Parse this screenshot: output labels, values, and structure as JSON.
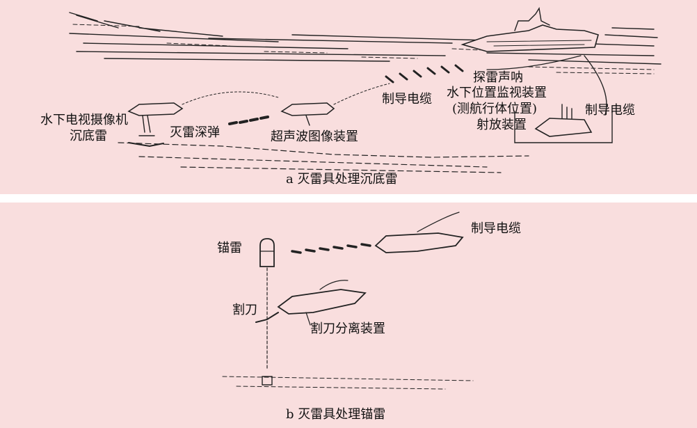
{
  "panel_a": {
    "labels": {
      "tv_camera": "水下电视摄像机",
      "bottom_mine": "沉底雷",
      "depth_charge": "灭雷深弹",
      "ultrasonic_imaging": "超声波图像装置",
      "guide_cable_1": "制导电缆",
      "mine_sonar": "探雷声呐",
      "position_monitor": "水下位置监视装置",
      "position_monitor_sub": "(测航行体位置)",
      "launcher": "射放装置",
      "guide_cable_2": "制导电缆"
    },
    "caption": "a 灭雷具处理沉底雷"
  },
  "panel_b": {
    "labels": {
      "moored_mine": "锚雷",
      "guide_cable": "制导电缆",
      "cutter": "割刀",
      "cutter_separation": "割刀分离装置"
    },
    "caption": "b 灭雷具处理锚雷"
  }
}
